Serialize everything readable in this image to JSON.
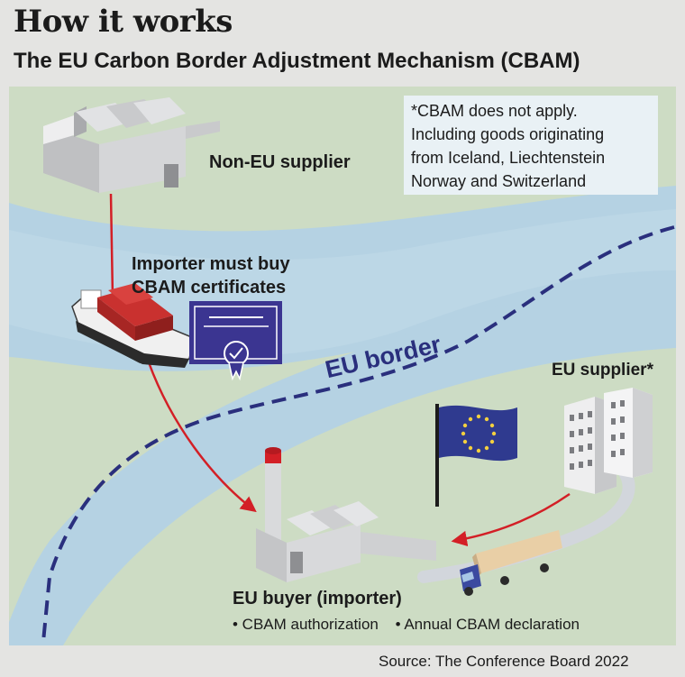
{
  "header": {
    "title": "How it works",
    "subtitle": "The EU Carbon Border Adjustment Mechanism (CBAM)"
  },
  "note": {
    "lines": [
      "*CBAM does not apply.",
      "Including goods originating",
      "from Iceland, Liechtenstein",
      "Norway and Switzerland"
    ]
  },
  "labels": {
    "non_eu_supplier": "Non-EU supplier",
    "importer_line1": "Importer must buy",
    "importer_line2": "CBAM certificates",
    "eu_border": "EU border",
    "eu_supplier": "EU supplier*",
    "eu_buyer": "EU buyer (importer)"
  },
  "bullets": [
    "• CBAM authorization",
    "• Annual CBAM declaration"
  ],
  "source": "Source: The Conference Board 2022",
  "colors": {
    "background": "#e4e4e2",
    "land": "#cddcc4",
    "water": "#b5d2e3",
    "border_line": "#2a2f7d",
    "arrow": "#d31f26",
    "certificate": "#3b3591",
    "eu_flag": "#2f3a8f"
  }
}
